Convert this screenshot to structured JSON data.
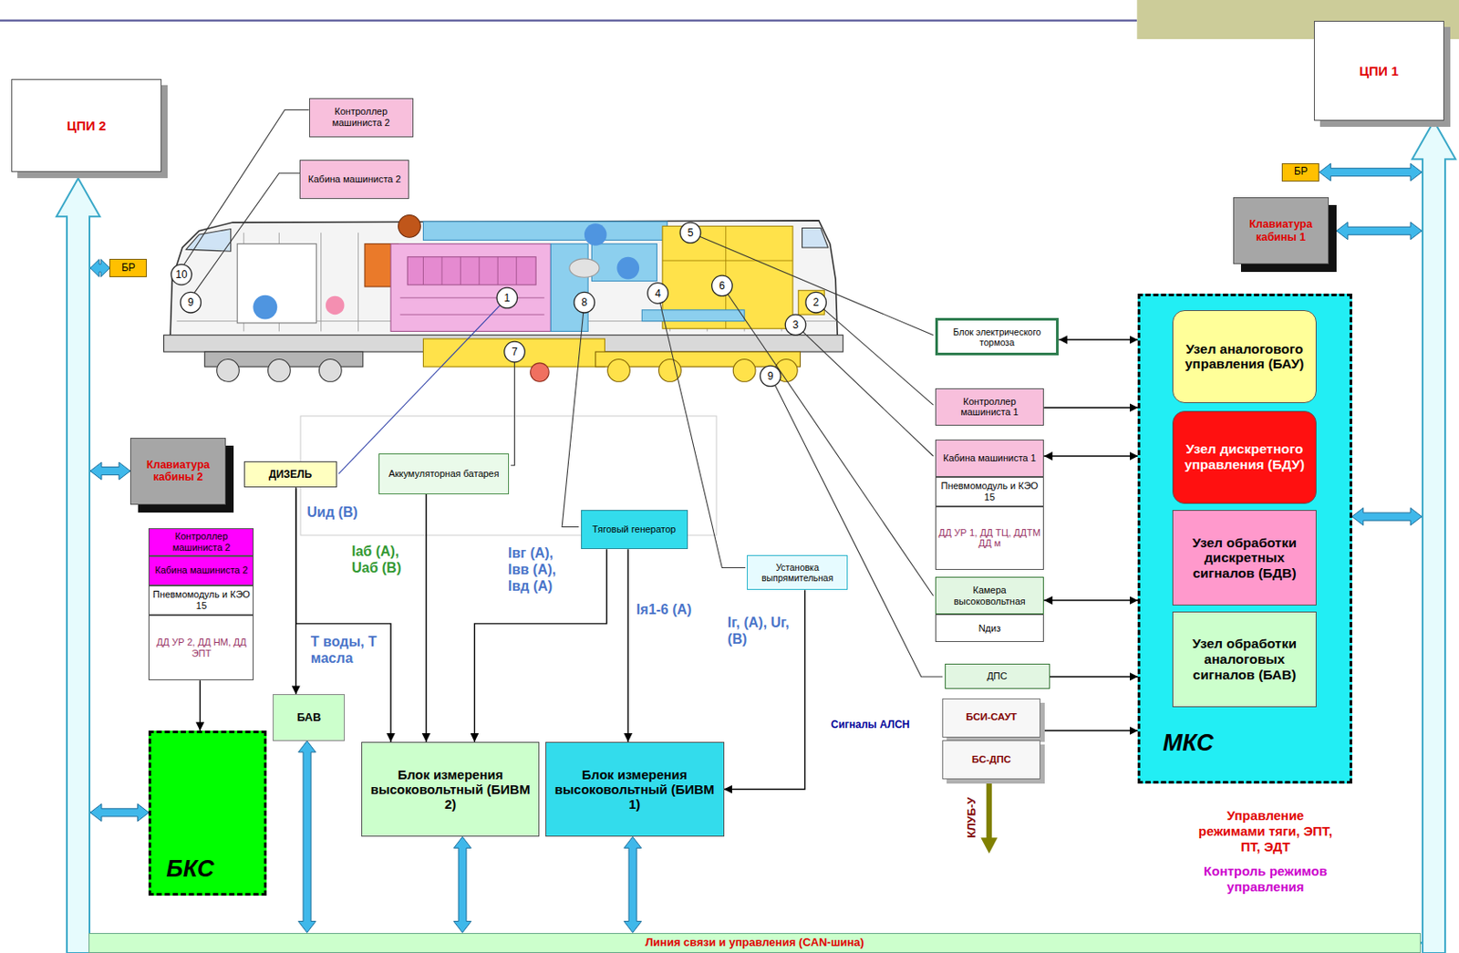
{
  "diagram": {
    "nodes": [
      {
        "text": [
          "ЦПИ 2"
        ]
      },
      {
        "text": [
          "ЦПИ 1"
        ]
      },
      {
        "text": [
          "Контроллер машиниста 2"
        ]
      },
      {
        "text": [
          "Кабина машиниста 2"
        ]
      },
      {
        "text": [
          "БР"
        ]
      },
      {
        "text": [
          "БР"
        ]
      },
      {
        "text": [
          "Клавиатура кабины 1"
        ]
      },
      {
        "text": [
          "Клавиатура кабины 2"
        ]
      },
      {
        "text": [
          "ДИЗЕЛЬ"
        ]
      },
      {
        "text": [
          "Аккумуляторная батарея"
        ]
      },
      {
        "text": [
          "Тяговый генератор"
        ]
      },
      {
        "text": [
          "Установка выпрямительная"
        ]
      },
      {
        "text": [
          "Блок электрического тормоза"
        ]
      },
      {
        "text": [
          "Контроллер машиниста 1"
        ]
      },
      {
        "text": [
          "Кабина машиниста 1"
        ]
      },
      {
        "text": [
          "Пневмомодуль и КЭО 15"
        ]
      },
      {
        "text": [
          "ДД УР 1, ДД ТЦ, ДДТМ ДД м"
        ]
      },
      {
        "text": [
          "Камера высоковольтная"
        ]
      },
      {
        "text": [
          "Nдиз"
        ]
      },
      {
        "text": [
          "ДПС"
        ]
      },
      {
        "text": [
          "БСИ-САУТ"
        ]
      },
      {
        "text": [
          "БС-ДПС"
        ]
      },
      {
        "text": [
          "МКС"
        ]
      },
      {
        "text": [
          "Узел аналогового управления (БАУ)"
        ],
        "in": 22
      },
      {
        "text": [
          "Узел дискретного управления (БДУ)"
        ],
        "in": 22
      },
      {
        "text": [
          "Узел обработки дискретных сигналов (БДВ)"
        ],
        "in": 22
      },
      {
        "text": [
          "Узел обработки аналоговых сигналов (БАВ)"
        ],
        "in": 22
      },
      {
        "text": [
          "Контроллер машиниста 2"
        ]
      },
      {
        "text": [
          "Кабина машиниста 2"
        ]
      },
      {
        "text": [
          "Пневмомодуль и КЭО 15"
        ]
      },
      {
        "text": [
          "ДД УР 2, ДД НМ, ДД ЭПТ"
        ]
      },
      {
        "text": [
          "БКС"
        ]
      },
      {
        "text": [
          "БАВ"
        ]
      },
      {
        "text": [
          "Блок измерения высоковольтный (БИВМ 2)"
        ]
      },
      {
        "text": [
          "Блок измерения высоковольтный (БИВМ 1)"
        ]
      },
      {
        "text": [
          "Линия связи и управления (CAN-шина)"
        ]
      }
    ],
    "edges": [
      {
        "from": 35,
        "to": 0,
        "arrow": "to"
      },
      {
        "from": 35,
        "to": 1,
        "arrow": "to"
      },
      {
        "from": 4,
        "to": 35,
        "arrow": "both"
      },
      {
        "from": 7,
        "to": 35,
        "arrow": "both"
      },
      {
        "from": 31,
        "to": 35,
        "arrow": "both"
      },
      {
        "from": 5,
        "to": 35,
        "arrow": "both"
      },
      {
        "from": 6,
        "to": 35,
        "arrow": "both"
      },
      {
        "from": 22,
        "to": 35,
        "arrow": "both"
      },
      {
        "from": 32,
        "to": 35,
        "arrow": "both"
      },
      {
        "from": 33,
        "to": 35,
        "arrow": "both"
      },
      {
        "from": 34,
        "to": 35,
        "arrow": "both"
      },
      {
        "from": 12,
        "to": 22,
        "arrow": "both"
      },
      {
        "from": 13,
        "to": 22,
        "arrow": "to"
      },
      {
        "from": 14,
        "to": 22,
        "arrow": "both"
      },
      {
        "from": 17,
        "to": 22,
        "arrow": "both"
      },
      {
        "from": 19,
        "to": 22,
        "arrow": "to"
      },
      {
        "from": 20,
        "to": 22,
        "arrow": "to"
      },
      {
        "from": 8,
        "to": 32,
        "arrow": "to"
      },
      {
        "from": 8,
        "to": 33,
        "arrow": "to"
      },
      {
        "from": 9,
        "to": 33,
        "arrow": "to"
      },
      {
        "from": 10,
        "to": 33,
        "arrow": "to"
      },
      {
        "from": 10,
        "to": 34,
        "arrow": "to"
      },
      {
        "from": 11,
        "to": 34,
        "arrow": "to"
      },
      {
        "from": 30,
        "to": 31,
        "arrow": "to"
      }
    ],
    "labels": [
      "10",
      "9",
      "1",
      "8",
      "7",
      "4",
      "5",
      "6",
      "2",
      "3",
      "9",
      "Uид (В)",
      "Iаб (А), Uаб (В)",
      "Iвг (А), Iвв (А), Iвд (А)",
      "Iя1-6 (А)",
      "Iг, (А), Uг, (В)",
      "Т воды, Т масла",
      "Сигналы АЛСН",
      "КЛУБ-У",
      "Управление режимами тяги, ЭПТ, ПТ, ЭДТ",
      "Контроль режимов управления"
    ]
  }
}
